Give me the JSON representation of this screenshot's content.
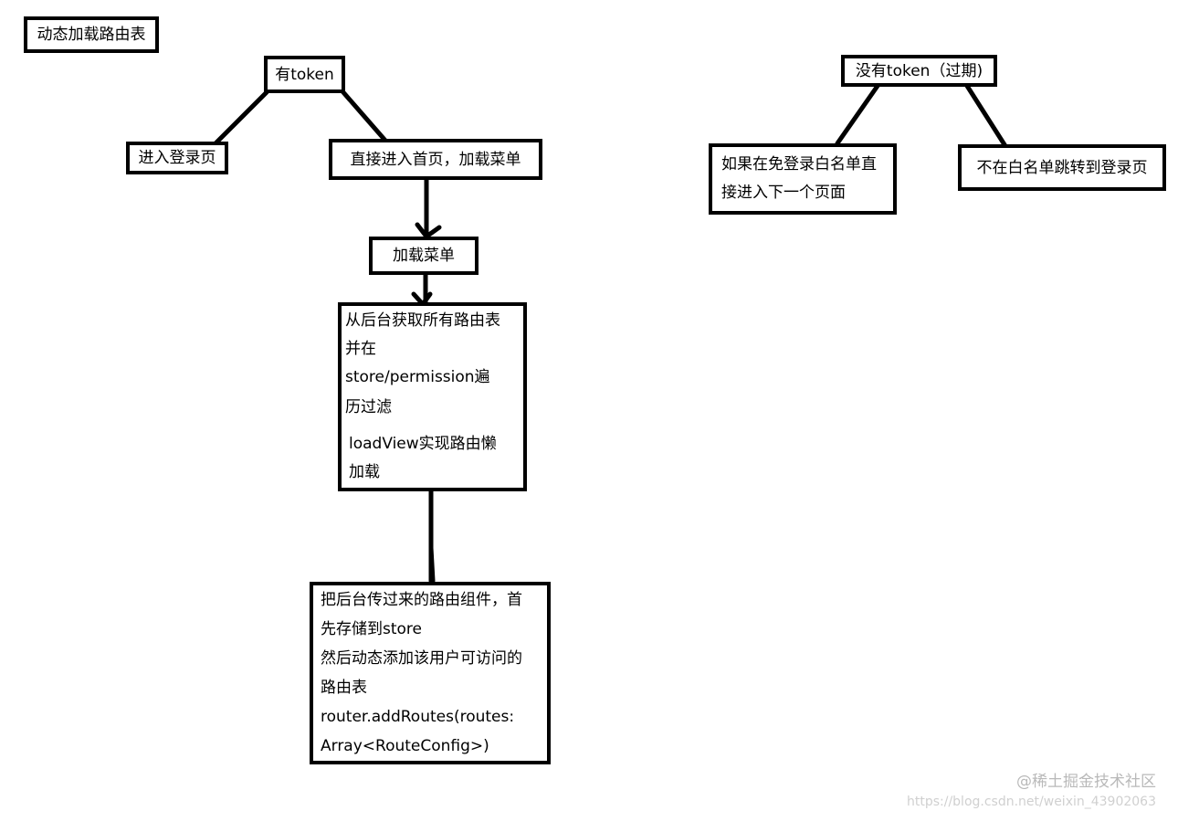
{
  "title": "动态加载路由表",
  "left_flow": {
    "has_token": "有token",
    "enter_login": "进入登录页",
    "enter_home": "直接进入首页，加载菜单",
    "load_menu": "加载菜单",
    "fetch_routes": {
      "lines": [
        "从后台获取所有路由表",
        "并在",
        "store/permission遍",
        "历过滤",
        "loadView实现路由懒",
        "加载"
      ]
    },
    "add_routes": {
      "lines": [
        "把后台传过来的路由组件，首",
        "先存储到store",
        "然后动态添加该用户可访问的",
        "路由表",
        "router.addRoutes(routes:",
        "Array<RouteConfig>)"
      ]
    }
  },
  "right_flow": {
    "no_token": "没有token（过期)",
    "whitelist_yes": {
      "lines": [
        "如果在免登录白名单直",
        "接进入下一个页面"
      ]
    },
    "whitelist_no": "不在白名单跳转到登录页"
  },
  "watermark": {
    "brand": "@稀土掘金技术社区",
    "url": "https://blog.csdn.net/weixin_43902063"
  }
}
